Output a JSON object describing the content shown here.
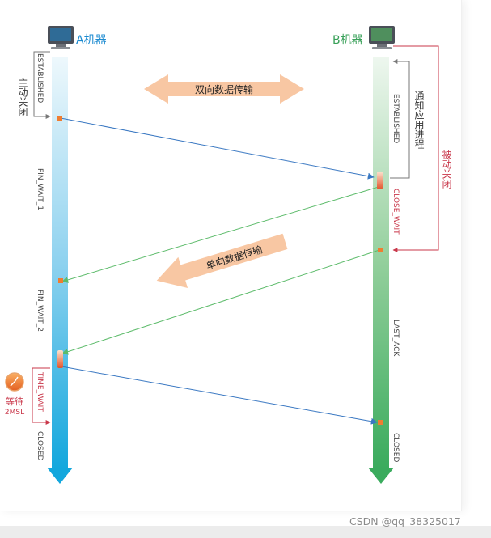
{
  "machines": {
    "a_label": "A机器",
    "b_label": "B机器"
  },
  "left_notes": {
    "active_close": "主动关闭",
    "wait_2msl_line1": "等待",
    "wait_2msl_line2": "2MSL"
  },
  "right_notes": {
    "notify_app": "通知应用进程",
    "passive_close": "被动关闭"
  },
  "arrows": {
    "two_way": "双向数据传输",
    "one_way": "单向数据传输"
  },
  "a_states": {
    "established": "ESTABLISHED",
    "fin_wait_1": "FIN_WAIT_1",
    "fin_wait_2": "FIN_WAIT_2",
    "time_wait": "TIME_WAIT",
    "closed": "CLOSED"
  },
  "b_states": {
    "established": "ESTABLISHED",
    "close_wait": "CLOSE_WAIT",
    "last_ack": "LAST_ACK",
    "closed": "CLOSED"
  },
  "watermark": "CSDN @qq_38325017",
  "colors": {
    "a_timeline_top": "#e3f3fb",
    "a_timeline_bottom": "#1aa9dc",
    "b_timeline_top": "#e6f4e8",
    "b_timeline_bottom": "#3fae62",
    "msg_blue": "#3a78c2",
    "msg_green": "#5cbb6a",
    "accent_red": "#c9374a",
    "big_arrow": "#f8c7a3",
    "marker": "#ef7d31"
  }
}
